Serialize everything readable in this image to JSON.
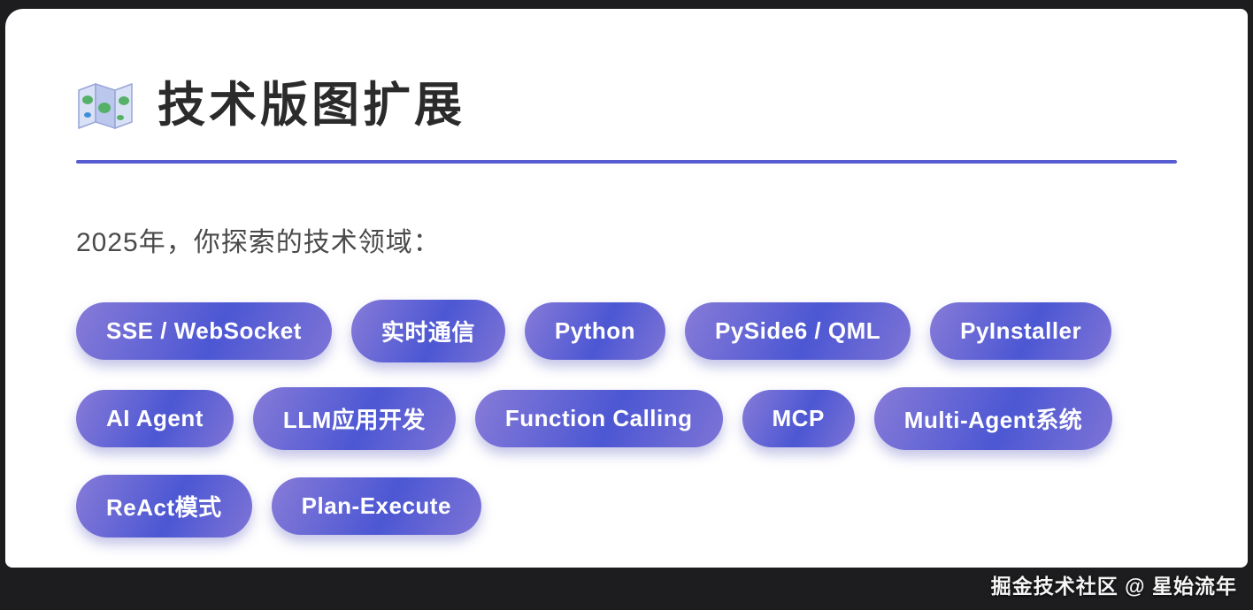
{
  "header": {
    "title": "技术版图扩展"
  },
  "intro": "2025年，你探索的技术领域：",
  "tags": {
    "rows": [
      [
        "SSE / WebSocket",
        "实时通信",
        "Python",
        "PySide6 / QML",
        "PyInstaller"
      ],
      [
        "AI Agent",
        "LLM应用开发",
        "Function Calling",
        "MCP",
        "Multi-Agent系统"
      ],
      [
        "ReAct模式",
        "Plan-Execute"
      ]
    ]
  },
  "watermark": "掘金技术社区 @ 星始流年",
  "colors": {
    "page_bg": "#1d1d1f",
    "card_bg": "#ffffff",
    "divider": "#575dd0",
    "pill_1": "#877bd8",
    "pill_2": "#4c57d3",
    "pill_3": "#7e74d6"
  }
}
